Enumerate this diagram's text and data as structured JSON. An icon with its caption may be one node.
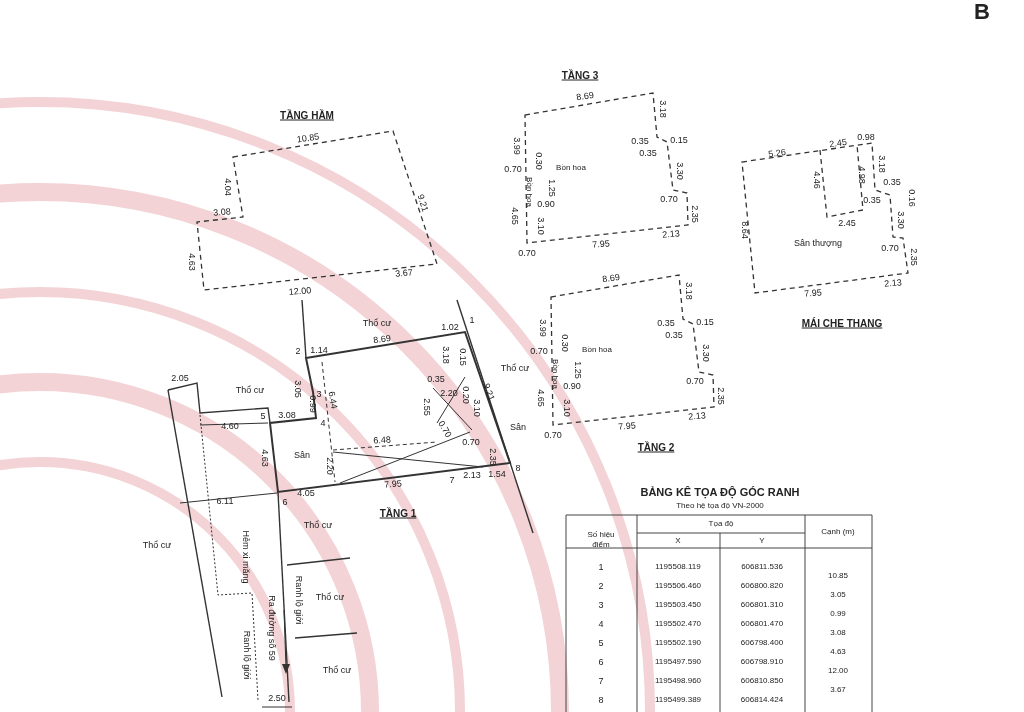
{
  "diagram": {
    "nodes": [
      {
        "text": [
          "TẦNG HẦM"
        ]
      },
      {
        "text": [
          "TẦNG 3"
        ]
      },
      {
        "text": [
          "MÁI CHE THANG"
        ]
      },
      {
        "text": [
          "TẦNG 2"
        ]
      },
      {
        "text": [
          "TẦNG 1"
        ]
      }
    ],
    "labels": [
      "B",
      "10.85",
      "4.04",
      "3.08",
      "9.21",
      "4.63",
      "3.67",
      "12.00",
      "8.69",
      "3.18",
      "3.99",
      "0.35",
      "0.15",
      "0.35",
      "0.30",
      "0.70",
      "Bồn hoa",
      "3.30",
      "Bồn hoa",
      "1.25",
      "0.90",
      "0.70",
      "4.65",
      "2.35",
      "3.10",
      "2.13",
      "7.95",
      "0.70",
      "5.26",
      "2.45",
      "0.98",
      "4.46",
      "4.98",
      "3.18",
      "0.35",
      "0.16",
      "0.35",
      "2.45",
      "3.30",
      "8.64",
      "Sân thượng",
      "0.70",
      "2.35",
      "2.13",
      "7.95",
      "8.69",
      "3.18",
      "3.99",
      "0.35",
      "0.15",
      "0.35",
      "0.30",
      "0.70",
      "Bồn hoa",
      "3.30",
      "Bồn hoa",
      "1.25",
      "0.90",
      "0.70",
      "4.65",
      "2.35",
      "3.10",
      "2.13",
      "7.95",
      "0.70",
      "Thổ cư",
      "1.02",
      "1",
      "2",
      "1.14",
      "8.69",
      "3.18",
      "0.15",
      "Thổ cư",
      "2.05",
      "Thổ cư",
      "3.05",
      "0.35",
      "2.20",
      "0.20",
      "3",
      "0.99",
      "6.44",
      "9.21",
      "2.55",
      "3.10",
      "5",
      "3.08",
      "4",
      "4.60",
      "Sân",
      "0.70",
      "6.48",
      "0.70",
      "4.63",
      "Sân",
      "2.20",
      "2.35",
      "7",
      "2.13",
      "1.54",
      "8",
      "7.95",
      "6.11",
      "6",
      "4.05",
      "Thổ cư",
      "Thổ cư",
      "Hẻm xi măng",
      "Ranh lộ giới",
      "Thổ cư",
      "Ranh lộ giới",
      "Ra đường số 59",
      "Thổ cư",
      "2.50",
      "BẢNG KÊ TỌA ĐỘ GÓC RANH",
      "Theo hệ tọa độ VN-2000",
      "Số hiệu điểm",
      "Tọa độ",
      "Cạnh (m)",
      "X",
      "Y",
      "1",
      "1195508.119",
      "606811.536",
      "10.85",
      "2",
      "1195506.460",
      "606800.820",
      "3.05",
      "3",
      "1195503.450",
      "606801.310",
      "0.99",
      "4",
      "1195502.470",
      "606801.470",
      "3.08",
      "5",
      "1195502.190",
      "606798.400",
      "4.63",
      "6",
      "1195497.590",
      "606798.910",
      "12.00",
      "7",
      "1195498.960",
      "606810.850",
      "3.67",
      "8",
      "1195499.389",
      "606814.424"
    ]
  }
}
